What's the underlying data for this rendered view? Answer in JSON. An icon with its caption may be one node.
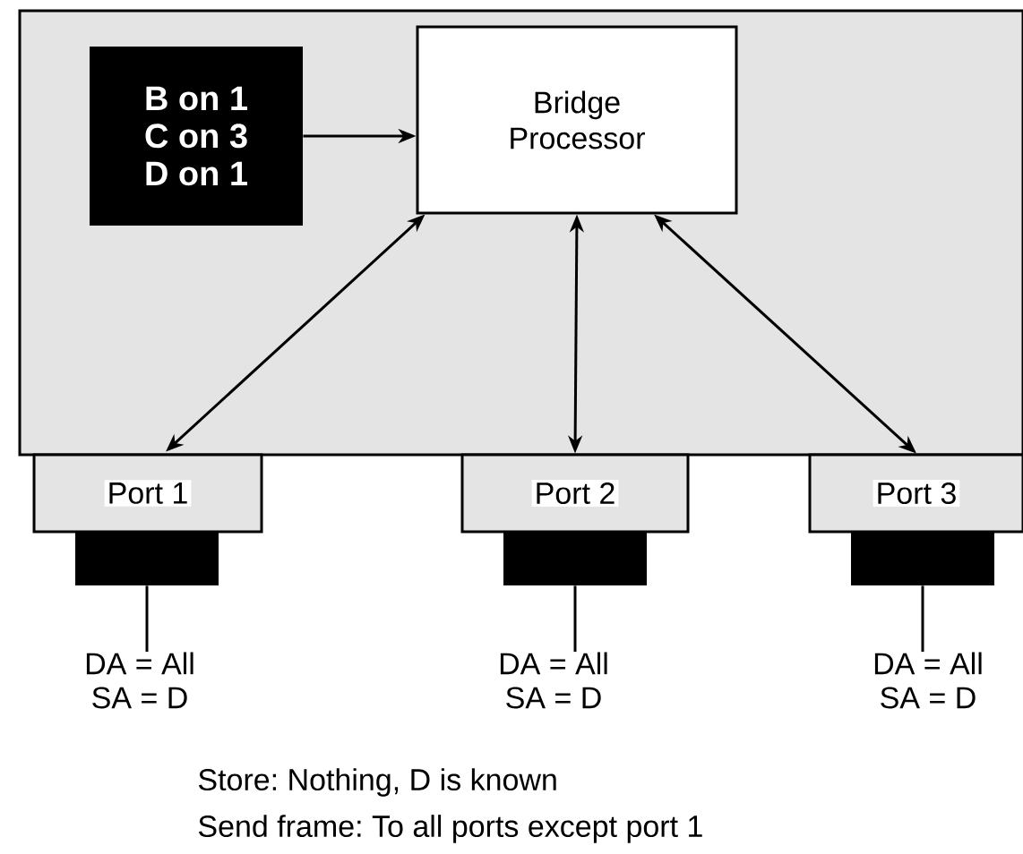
{
  "diagram": {
    "nodes": [
      {
        "text": [],
        "shape": "box"
      },
      {
        "text": [
          "B on 1",
          "C on 3",
          "D on 1"
        ],
        "in": 0
      },
      {
        "text": [
          "Bridge Processor"
        ],
        "in": 0
      },
      {
        "text": [
          "Port 1"
        ]
      },
      {
        "text": [
          "Port 2"
        ]
      },
      {
        "text": [
          "Port 3"
        ]
      },
      {
        "text": [],
        "shape": "box"
      },
      {
        "text": [],
        "shape": "box"
      },
      {
        "text": [],
        "shape": "box"
      },
      {
        "text": [
          "DA = All",
          "SA = D"
        ]
      },
      {
        "text": [
          "DA = All",
          "SA = D"
        ]
      },
      {
        "text": [
          "DA = All",
          "SA = D"
        ]
      }
    ],
    "edges": [
      {
        "from": 1,
        "to": 2,
        "arrow": "to"
      },
      {
        "from": 2,
        "to": 3,
        "arrow": "both"
      },
      {
        "from": 2,
        "to": 4,
        "arrow": "both"
      },
      {
        "from": 2,
        "to": 5,
        "arrow": "both"
      },
      {
        "from": 6,
        "to": 9,
        "arrow": "none"
      },
      {
        "from": 7,
        "to": 10,
        "arrow": "none"
      },
      {
        "from": 8,
        "to": 11,
        "arrow": "none"
      }
    ],
    "labels": [
      "Store: Nothing, D is known",
      "Send frame: To all ports except port 1"
    ]
  }
}
